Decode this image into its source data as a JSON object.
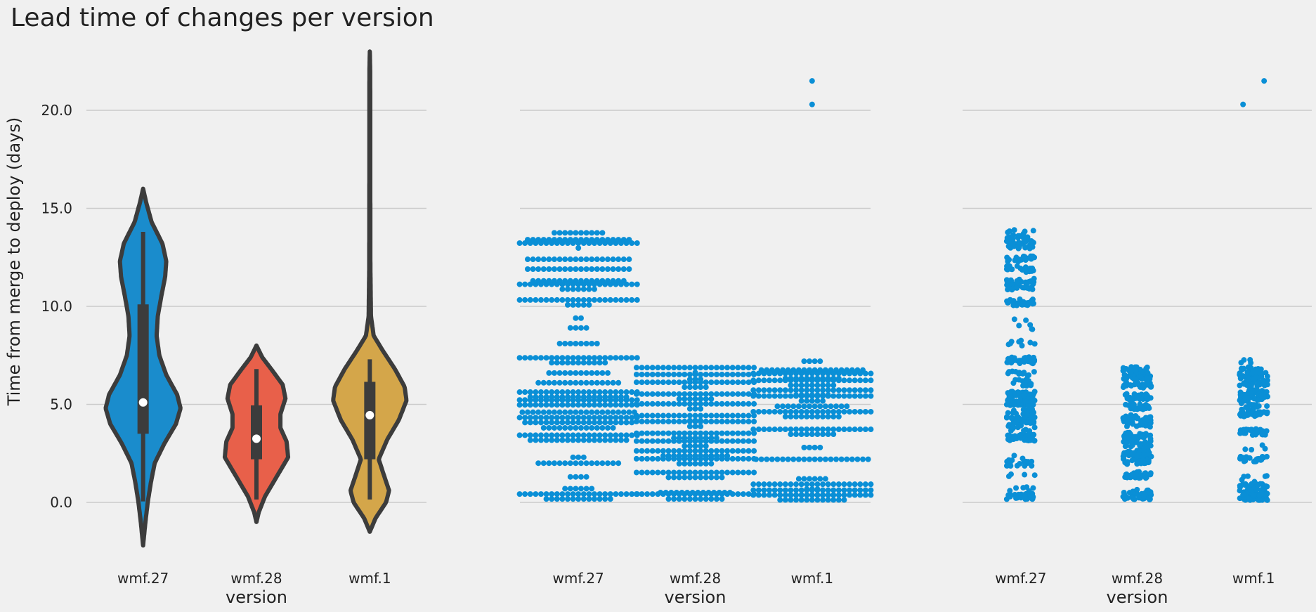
{
  "chart_data": {
    "type": "violin+swarm+strip",
    "title": "Lead time of changes per version",
    "ylabel": "Time from merge to deploy (days)",
    "xlabel": "version",
    "ylim": [
      -2.5,
      23.5
    ],
    "yticks": [
      0.0,
      5.0,
      10.0,
      15.0,
      20.0
    ],
    "ytick_labels": [
      "0.0",
      "5.0",
      "10.0",
      "15.0",
      "20.0"
    ],
    "grid": true,
    "categories": [
      "wmf.27",
      "wmf.28",
      "wmf.1"
    ],
    "colors": {
      "wmf.27": "#1a8ccc",
      "wmf.28": "#e8604a",
      "wmf.1": "#d4a64a",
      "points": "#0a8fd6",
      "outline": "#3c3c3c",
      "grid": "#cbcbcb",
      "background": "#f0f0f0"
    },
    "panels": [
      {
        "kind": "violin",
        "series": [
          {
            "category": "wmf.27",
            "min": 0.05,
            "q1": 3.5,
            "median": 5.1,
            "q3": 10.1,
            "max": 13.8,
            "density": [
              [
                -2.2,
                0.0
              ],
              [
                -1.0,
                0.06
              ],
              [
                0.0,
                0.12
              ],
              [
                1.0,
                0.2
              ],
              [
                2.0,
                0.3
              ],
              [
                3.0,
                0.55
              ],
              [
                4.0,
                0.85
              ],
              [
                4.8,
                0.97
              ],
              [
                5.5,
                0.88
              ],
              [
                6.5,
                0.6
              ],
              [
                7.5,
                0.42
              ],
              [
                8.5,
                0.35
              ],
              [
                9.5,
                0.38
              ],
              [
                10.5,
                0.47
              ],
              [
                11.5,
                0.57
              ],
              [
                12.3,
                0.6
              ],
              [
                13.2,
                0.5
              ],
              [
                14.3,
                0.22
              ],
              [
                15.3,
                0.08
              ],
              [
                16.0,
                0.0
              ]
            ]
          },
          {
            "category": "wmf.28",
            "min": 0.15,
            "q1": 2.2,
            "median": 3.25,
            "q3": 4.95,
            "max": 6.8,
            "density": [
              [
                -1.0,
                0.0
              ],
              [
                -0.5,
                0.06
              ],
              [
                0.3,
                0.22
              ],
              [
                1.3,
                0.52
              ],
              [
                2.3,
                0.82
              ],
              [
                3.1,
                0.78
              ],
              [
                3.8,
                0.62
              ],
              [
                4.5,
                0.62
              ],
              [
                5.3,
                0.75
              ],
              [
                6.0,
                0.68
              ],
              [
                6.7,
                0.42
              ],
              [
                7.4,
                0.15
              ],
              [
                8.0,
                0.0
              ]
            ]
          },
          {
            "category": "wmf.1",
            "min": 0.15,
            "q1": 2.2,
            "median": 4.45,
            "q3": 6.15,
            "max": 7.3,
            "density": [
              [
                -1.5,
                0.0
              ],
              [
                -0.8,
                0.15
              ],
              [
                0.0,
                0.42
              ],
              [
                0.6,
                0.5
              ],
              [
                1.3,
                0.38
              ],
              [
                2.2,
                0.23
              ],
              [
                3.2,
                0.45
              ],
              [
                4.2,
                0.75
              ],
              [
                5.2,
                0.95
              ],
              [
                5.9,
                0.9
              ],
              [
                6.8,
                0.65
              ],
              [
                7.7,
                0.35
              ],
              [
                8.5,
                0.1
              ],
              [
                9.5,
                0.03
              ],
              [
                12.0,
                0.015
              ],
              [
                17.0,
                0.012
              ],
              [
                20.5,
                0.012
              ],
              [
                22.0,
                0.01
              ],
              [
                23.0,
                0.0
              ]
            ]
          }
        ]
      },
      {
        "kind": "swarm",
        "series": [
          {
            "category": "wmf.27",
            "clusters": [
              [
                0.3,
                36
              ],
              [
                0.7,
                6
              ],
              [
                1.3,
                4
              ],
              [
                2.0,
                16
              ],
              [
                2.3,
                3
              ],
              [
                3.3,
                42
              ],
              [
                3.8,
                14
              ],
              [
                4.2,
                44
              ],
              [
                4.6,
                22
              ],
              [
                5.1,
                46
              ],
              [
                5.5,
                42
              ],
              [
                6.1,
                16
              ],
              [
                6.6,
                12
              ],
              [
                7.25,
                34
              ],
              [
                8.1,
                8
              ],
              [
                8.9,
                4
              ],
              [
                9.4,
                2
              ],
              [
                10.2,
                28
              ],
              [
                11.0,
                30
              ],
              [
                11.3,
                18
              ],
              [
                11.9,
                20
              ],
              [
                12.4,
                20
              ],
              [
                13.1,
                24
              ],
              [
                13.4,
                20
              ],
              [
                13.75,
                10
              ]
            ]
          },
          {
            "category": "wmf.28",
            "clusters": [
              [
                0.3,
                34
              ],
              [
                0.5,
                14
              ],
              [
                1.4,
                34
              ],
              [
                2.1,
                30
              ],
              [
                2.5,
                36
              ],
              [
                3.0,
                28
              ],
              [
                3.4,
                32
              ],
              [
                4.0,
                26
              ],
              [
                4.3,
                26
              ],
              [
                4.9,
                26
              ],
              [
                5.4,
                30
              ],
              [
                6.0,
                28
              ],
              [
                6.4,
                26
              ],
              [
                6.75,
                24
              ]
            ]
          },
          {
            "category": "wmf.1",
            "clusters": [
              [
                0.25,
                36
              ],
              [
                0.5,
                32
              ],
              [
                0.8,
                26
              ],
              [
                1.2,
                6
              ],
              [
                2.2,
                22
              ],
              [
                2.8,
                4
              ],
              [
                3.6,
                32
              ],
              [
                4.5,
                34
              ],
              [
                4.9,
                14
              ],
              [
                5.3,
                28
              ],
              [
                5.6,
                30
              ],
              [
                6.1,
                32
              ],
              [
                6.45,
                34
              ],
              [
                6.75,
                20
              ],
              [
                7.2,
                4
              ],
              [
                20.3,
                1
              ],
              [
                21.5,
                1
              ]
            ]
          }
        ]
      },
      {
        "kind": "strip",
        "series": [
          {
            "category": "wmf.27",
            "clusters": [
              [
                0.3,
                36
              ],
              [
                0.7,
                6
              ],
              [
                1.3,
                4
              ],
              [
                2.0,
                16
              ],
              [
                2.3,
                3
              ],
              [
                3.3,
                42
              ],
              [
                3.8,
                14
              ],
              [
                4.2,
                44
              ],
              [
                4.6,
                22
              ],
              [
                5.1,
                46
              ],
              [
                5.5,
                42
              ],
              [
                6.1,
                16
              ],
              [
                6.6,
                12
              ],
              [
                7.25,
                34
              ],
              [
                8.1,
                8
              ],
              [
                8.9,
                4
              ],
              [
                9.4,
                2
              ],
              [
                10.2,
                28
              ],
              [
                11.0,
                30
              ],
              [
                11.3,
                18
              ],
              [
                11.9,
                20
              ],
              [
                12.4,
                20
              ],
              [
                13.1,
                24
              ],
              [
                13.4,
                20
              ],
              [
                13.75,
                10
              ]
            ]
          },
          {
            "category": "wmf.28",
            "clusters": [
              [
                0.3,
                34
              ],
              [
                0.5,
                14
              ],
              [
                1.4,
                34
              ],
              [
                2.1,
                30
              ],
              [
                2.5,
                36
              ],
              [
                3.0,
                28
              ],
              [
                3.4,
                32
              ],
              [
                4.0,
                26
              ],
              [
                4.3,
                26
              ],
              [
                4.9,
                26
              ],
              [
                5.4,
                30
              ],
              [
                6.0,
                28
              ],
              [
                6.4,
                26
              ],
              [
                6.75,
                24
              ]
            ]
          },
          {
            "category": "wmf.1",
            "clusters": [
              [
                0.25,
                36
              ],
              [
                0.5,
                32
              ],
              [
                0.8,
                26
              ],
              [
                1.2,
                6
              ],
              [
                2.2,
                22
              ],
              [
                2.8,
                4
              ],
              [
                3.6,
                32
              ],
              [
                4.5,
                34
              ],
              [
                4.9,
                14
              ],
              [
                5.3,
                28
              ],
              [
                5.6,
                30
              ],
              [
                6.1,
                32
              ],
              [
                6.45,
                34
              ],
              [
                6.75,
                20
              ],
              [
                7.2,
                4
              ],
              [
                20.3,
                1
              ],
              [
                21.5,
                1
              ]
            ]
          }
        ]
      }
    ]
  }
}
